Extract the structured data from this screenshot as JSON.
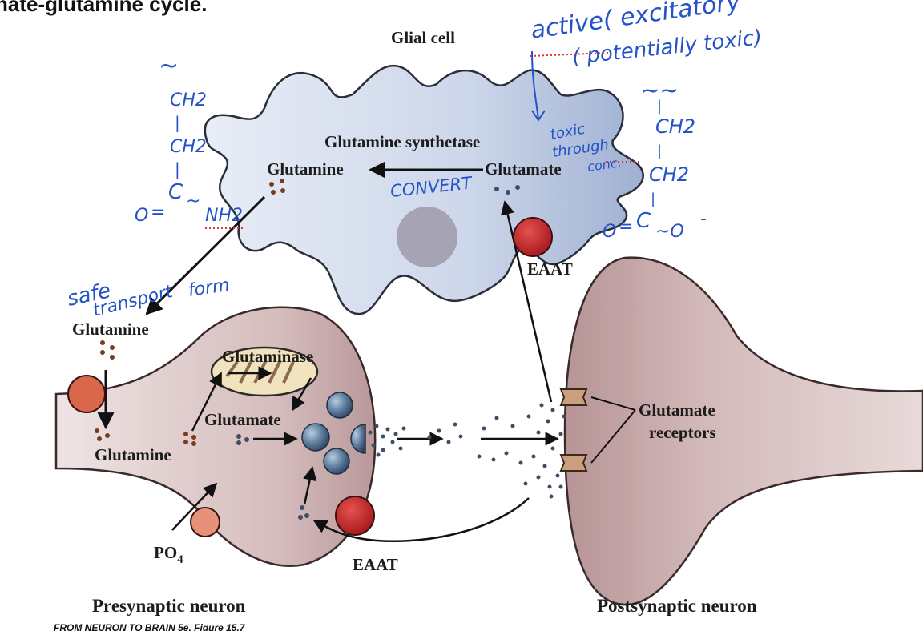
{
  "page": {
    "heading_fragment": "nate-glutamine cycle.",
    "caption": "FROM NEURON TO BRAIN 5e, Figure 15.7"
  },
  "labels": {
    "glial_cell": "Glial cell",
    "glutamine_synthetase": "Glutamine synthetase",
    "glutamine_glia": "Glutamine",
    "glutamate_glia": "Glutamate",
    "eaat_glia": "EAAT",
    "glutamine_out": "Glutamine",
    "glutamine_in": "Glutamine",
    "glutaminase": "Glutaminase",
    "glutamate_pre": "Glutamate",
    "po4": "PO",
    "po4_sub": "4",
    "eaat_pre": "EAAT",
    "receptors_line1": "Glutamate",
    "receptors_line2": "receptors",
    "presynaptic": "Presynaptic neuron",
    "postsynaptic": "Postsynaptic neuron"
  },
  "handwriting": {
    "note_top_line1": "active( excitatory",
    "note_top_line2": "( potentially toxic)",
    "toxic_line1": "toxic",
    "toxic_line2": "through",
    "toxic_line3": "conc.",
    "convert": "CONVERT",
    "safe_line1": "safe",
    "safe_line2": "transport",
    "safe_line3": "form",
    "left_squiggle": "~",
    "left_ch2_a": "CH2",
    "left_ch2_b": "CH2",
    "left_bond_a": "|",
    "left_bond_b": "|",
    "left_bond_c": "|",
    "left_o": "O",
    "left_eq": "=",
    "left_c": "C",
    "left_dash": "~",
    "left_nh2": "NH2",
    "right_squiggle": "~~",
    "right_ch2_a": "CH2",
    "right_ch2_b": "CH2",
    "right_bond_a": "|",
    "right_bond_b": "|",
    "right_bond_c": "|",
    "right_o1": "O",
    "right_eq": "=",
    "right_c": "C",
    "right_o2": "~O",
    "right_minus": "-"
  },
  "colors": {
    "glia_fill": "#c9d3e6",
    "neuron_fill": "#d7bfbf",
    "eaat_red": "#c8252a",
    "transporter_orange": "#d9684a",
    "po4_circle": "#e8917a",
    "vesicle_blue": "#4f6b8a",
    "nucleus": "#a6a3b4",
    "handwriting": "#2453c8",
    "glutamine_dot": "#7a3b1e"
  }
}
